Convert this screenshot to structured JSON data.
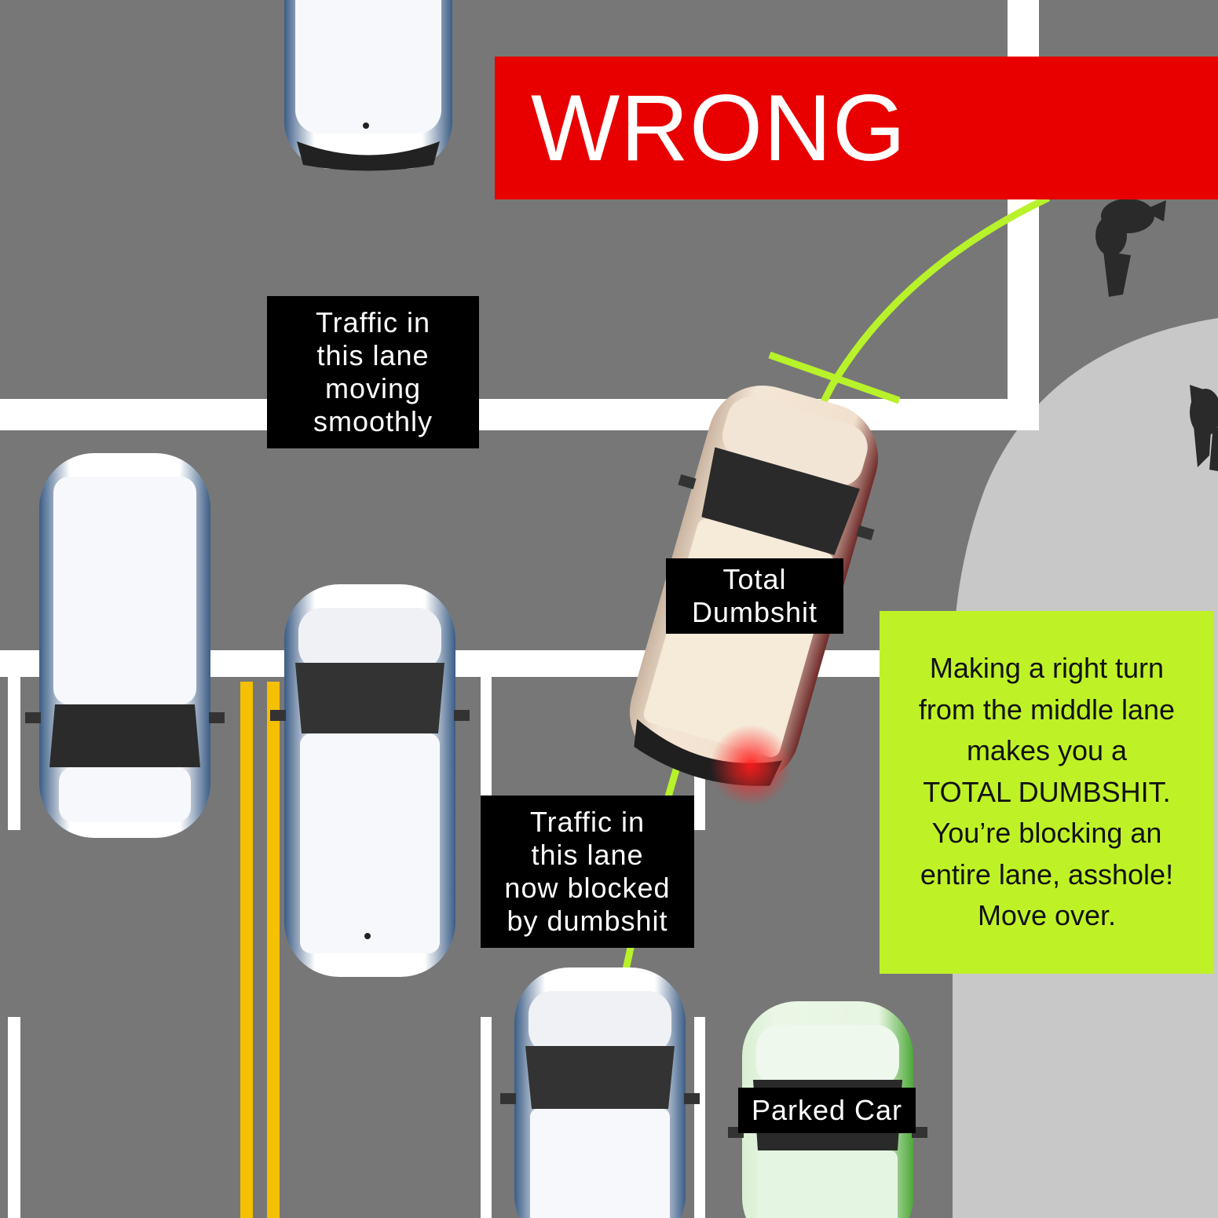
{
  "banner": {
    "text": "WRONG",
    "color": "#e80000"
  },
  "labels": {
    "top_lane": "Traffic in\nthis lane\nmoving\nsmoothly",
    "total_dumbshit": "Total\nDumbshit",
    "blocked_lane": "Traffic in\nthis lane\nnow blocked\nby dumbshit",
    "parked_car": "Parked Car"
  },
  "note": {
    "text": "Making a right turn\nfrom the middle lane\nmakes you a\nTOTAL DUMBSHIT.\nYou’re blocking an\nentire lane, asshole!\nMove over.",
    "background": "#bef227"
  },
  "colors": {
    "road": "#777777",
    "sidewalk": "#c8c8c8",
    "lane_marking": "#ffffff",
    "center_line": "#f5c000",
    "turn_path": "#b8f22a",
    "brake_light": "#ff2020"
  },
  "cars": [
    {
      "name": "car-top-center",
      "color": "white-blue"
    },
    {
      "name": "car-left-lane",
      "color": "white-blue"
    },
    {
      "name": "car-middle-lane",
      "color": "white-blue"
    },
    {
      "name": "car-turning-dumbshit",
      "color": "beige"
    },
    {
      "name": "car-bottom-center",
      "color": "white-blue"
    },
    {
      "name": "car-parked",
      "color": "pale-green"
    }
  ]
}
